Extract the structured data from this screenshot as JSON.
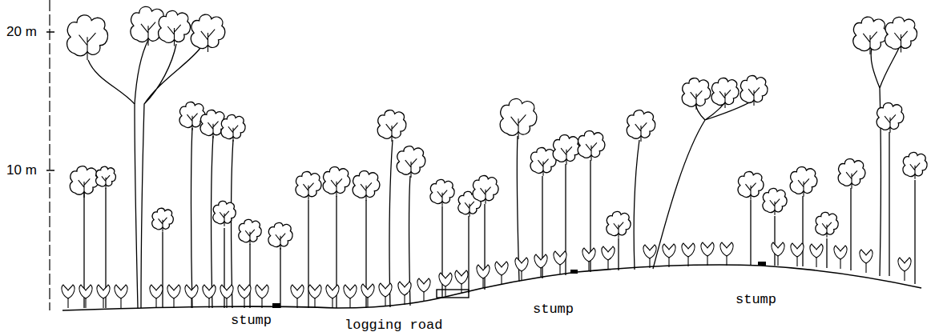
{
  "diagram": {
    "labels": [
      "20 m",
      "10 m",
      "stump",
      "logging road",
      "stump",
      "stump"
    ]
  }
}
